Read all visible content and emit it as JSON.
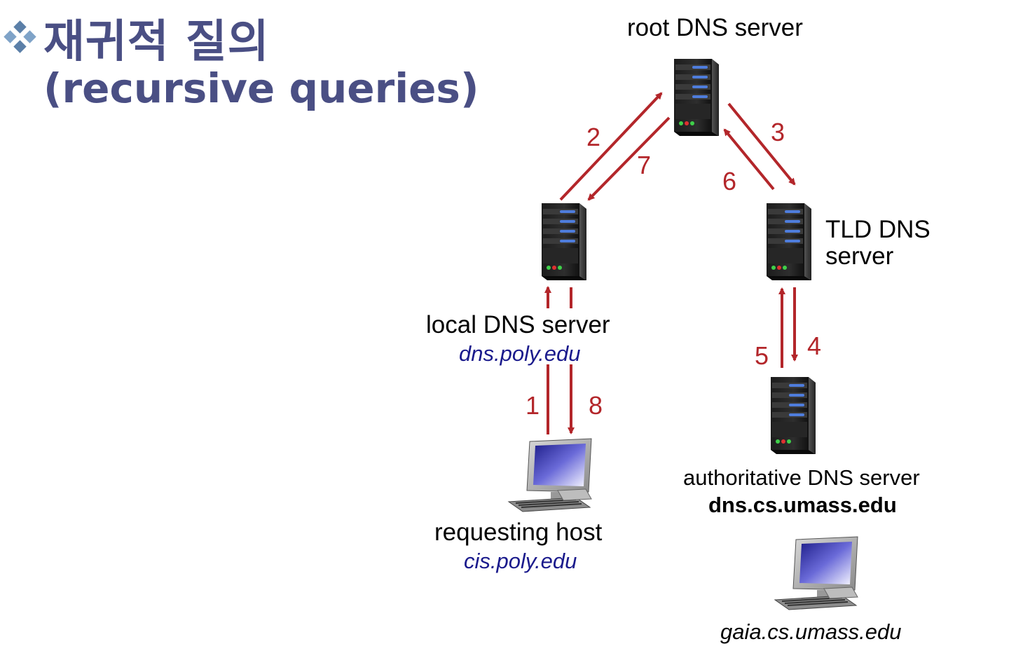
{
  "title": {
    "korean": "재귀적 질의",
    "english": "(recursive queries)"
  },
  "nodes": {
    "root": {
      "label": "root DNS server"
    },
    "tld": {
      "label_line1": "TLD DNS",
      "label_line2": "server"
    },
    "local": {
      "label": "local DNS server",
      "host": "dns.poly.edu"
    },
    "authoritative": {
      "label": "authoritative DNS server",
      "host": "dns.cs.umass.edu"
    },
    "requesting": {
      "label": "requesting host",
      "host": "cis.poly.edu"
    },
    "target": {
      "host": "gaia.cs.umass.edu"
    }
  },
  "steps": [
    "1",
    "2",
    "3",
    "4",
    "5",
    "6",
    "7",
    "8"
  ],
  "colors": {
    "title": "#4a4f84",
    "arrow": "#b3262a",
    "hostname": "#1a1a8c"
  }
}
